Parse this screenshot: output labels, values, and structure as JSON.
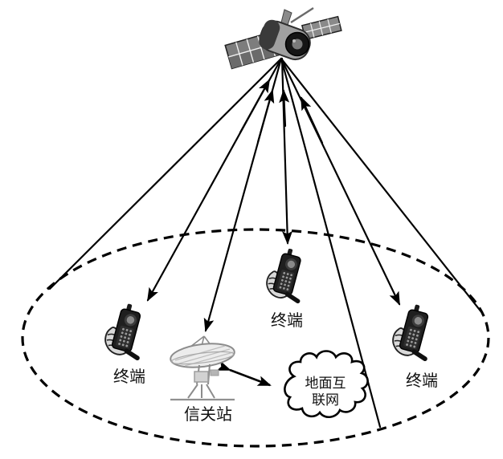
{
  "colors": {
    "background": "#ffffff",
    "line": "#000000",
    "text": "#111111",
    "sketch_gray": "#8c8c8c",
    "satellite_body_gray": "#9e9e9e",
    "hand_gray": "#d9d9d9"
  },
  "satellite": {
    "icon": "satellite-icon"
  },
  "coverage_area": {
    "shape": "dashed-ellipse"
  },
  "nodes": [
    {
      "id": "terminal-left",
      "icon": "phone-terminal-icon",
      "label": "终端"
    },
    {
      "id": "gateway-station",
      "icon": "dish-antenna-icon",
      "label": "信关站"
    },
    {
      "id": "terminal-middle",
      "icon": "phone-terminal-icon",
      "label": "终端"
    },
    {
      "id": "terminal-right",
      "icon": "phone-terminal-icon",
      "label": "终端"
    },
    {
      "id": "ground-internet",
      "icon": "cloud-icon",
      "label": "地面互联网",
      "label_line1": "地面互",
      "label_line2": "联网"
    }
  ],
  "links": [
    {
      "from": "satellite",
      "to": "terminal-left",
      "type": "bidirectional-arrow"
    },
    {
      "from": "satellite",
      "to": "gateway-station",
      "type": "bidirectional-arrow"
    },
    {
      "from": "satellite",
      "to": "terminal-middle",
      "type": "bidirectional-arrow"
    },
    {
      "from": "satellite",
      "to": "terminal-right",
      "type": "bidirectional-arrow"
    },
    {
      "from": "gateway-station",
      "to": "ground-internet",
      "type": "double-headed-arrow"
    },
    {
      "from": "satellite",
      "to": "coverage-edge-left",
      "type": "beam-edge-line"
    },
    {
      "from": "satellite",
      "to": "coverage-edge-right",
      "type": "beam-edge-line"
    },
    {
      "from": "satellite",
      "to": "coverage-edge-bottom",
      "type": "beam-edge-line"
    }
  ]
}
